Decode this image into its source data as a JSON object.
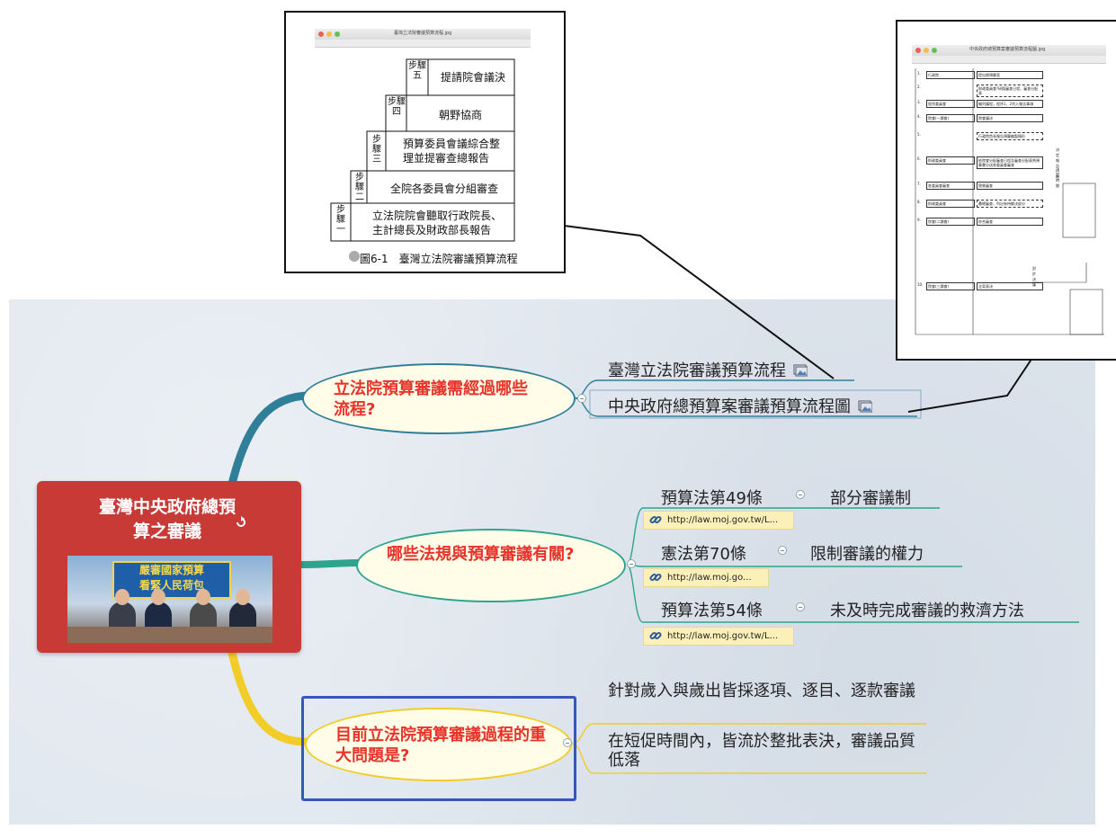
{
  "central": {
    "title": "臺灣中央政府總預算之審議",
    "photo_banner_line1": "嚴審國家預算",
    "photo_banner_line2": "看緊人民荷包"
  },
  "branch1": {
    "question": "立法院預算審議需經過哪些流程?",
    "leaves": [
      {
        "label": "臺灣立法院審議預算流程"
      },
      {
        "label": "中央政府總預算案審議預算流程圖"
      }
    ],
    "image_icon": "image-icon"
  },
  "branch2": {
    "question": "哪些法規與預算審議有關?",
    "items": [
      {
        "law": "預算法第49條",
        "desc": "部分審議制",
        "link": "http://law.moj.gov.tw/L..."
      },
      {
        "law": "憲法第70條",
        "desc": "限制審議的權力",
        "link": "http://law.moj.go..."
      },
      {
        "law": "預算法第54條",
        "desc": "未及時完成審議的救濟方法",
        "link": "http://law.moj.gov.tw/L..."
      }
    ]
  },
  "branch3": {
    "question": "目前立法院預算審議過程的重大問題是?",
    "leaves": [
      {
        "label": "針對歲入與歲出皆採逐項、逐目、逐款審議"
      },
      {
        "label": "在短促時間內，皆流於整批表決，審議品質低落"
      }
    ]
  },
  "thumb1": {
    "window_title": "臺灣立法院審議預算流程.jpg",
    "caption": "圖6-1　臺灣立法院審議預算流程",
    "steps": [
      {
        "label": "步驟五",
        "text": "提請院會議決"
      },
      {
        "label": "步驟四",
        "text": "朝野協商"
      },
      {
        "label": "步驟三",
        "text": "預算委員會議綜合整理並提審查總報告"
      },
      {
        "label": "步驟二",
        "text": "全院各委員會分組審查"
      },
      {
        "label": "步驟一",
        "text": "立法院院會聽取行政院長、主計總長及財政部長報告"
      }
    ]
  },
  "thumb2": {
    "window_title": "中央政府總預算案審議預算流程圖.jpg",
    "rows": [
      {
        "no": "1.",
        "actor": "行政院",
        "step": "提出總預算案"
      },
      {
        "no": "2.",
        "actor": "",
        "step": "財政委員會?研擬審查日程、審查分配表"
      },
      {
        "no": "3.",
        "actor": "程序委員會",
        "step": "編列議程，程序1、2列入報告事項"
      },
      {
        "no": "4.",
        "actor": "院會(一讀會)",
        "step": "院會議決"
      },
      {
        "no": "5.",
        "actor": "",
        "step": "行政院首長報告預算編製情形"
      },
      {
        "no": "6.",
        "actor": "財政委員會",
        "step": "依院會分配審查日程及審查分配表將預算書分送各委員會審查"
      },
      {
        "no": "7.",
        "actor": "各委員會審查",
        "step": "實質審查"
      },
      {
        "no": "8.",
        "actor": "財政委員會",
        "step": "彙總審查，列出有待解決部分"
      },
      {
        "no": "9.",
        "actor": "院會(二讀會)",
        "step": "綜合審查"
      },
      {
        "no": "10.",
        "actor": "院會(三讀會)",
        "step": "全案表決"
      }
    ],
    "notes": [
      "決定報告日期",
      "決定時間",
      "對於決議"
    ]
  },
  "colors": {
    "central_red": "#c73a36",
    "bubble_text": "#e8332a",
    "branch1_line": "#2f7f98",
    "branch2_line": "#2ea48e",
    "branch3_line": "#f2cc28",
    "selection_box": "#3558b7",
    "link_bg": "#fbf1b8"
  }
}
